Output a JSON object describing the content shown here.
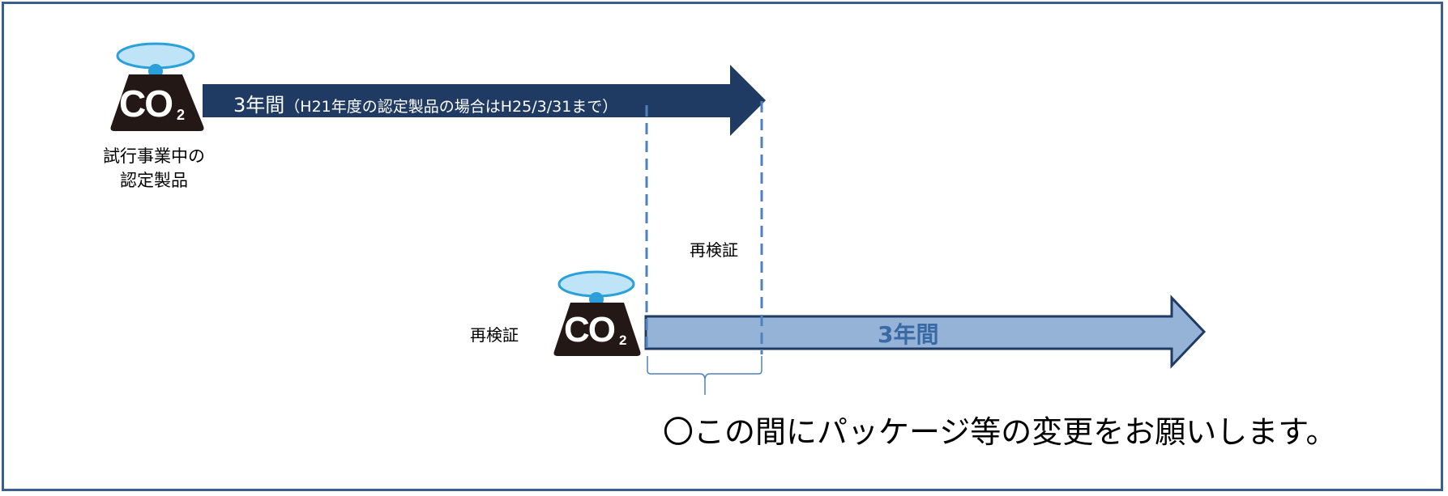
{
  "colors": {
    "frame": "#3a5f8f",
    "arrow_dark": "#1f3a63",
    "arrow_light": "#95b3d7",
    "arrow_light_border": "#1f3a63",
    "dashed_line": "#4f81bd",
    "badge_body": "#231815",
    "badge_disc_fill": "#bfe3f7",
    "badge_disc_stroke": "#2aa0dc",
    "badge_knob": "#2a9fdc"
  },
  "badge_top": {
    "icon": "co2-weight-icon",
    "text": "CO",
    "subscript": "2"
  },
  "badge_bottom": {
    "icon": "co2-weight-icon",
    "text": "CO",
    "subscript": "2"
  },
  "top_arrow": {
    "main_text": "3年間",
    "sub_text": "（H21年度の認定製品の場合はH25/3/31まで）"
  },
  "top_caption": {
    "line1": "試行事業中の",
    "line2": "認定製品"
  },
  "revalidation_label_upper": "再検証",
  "revalidation_label_left": "再検証",
  "bottom_arrow_text": "3年間",
  "note": "〇この間にパッケージ等の変更をお願いします。"
}
